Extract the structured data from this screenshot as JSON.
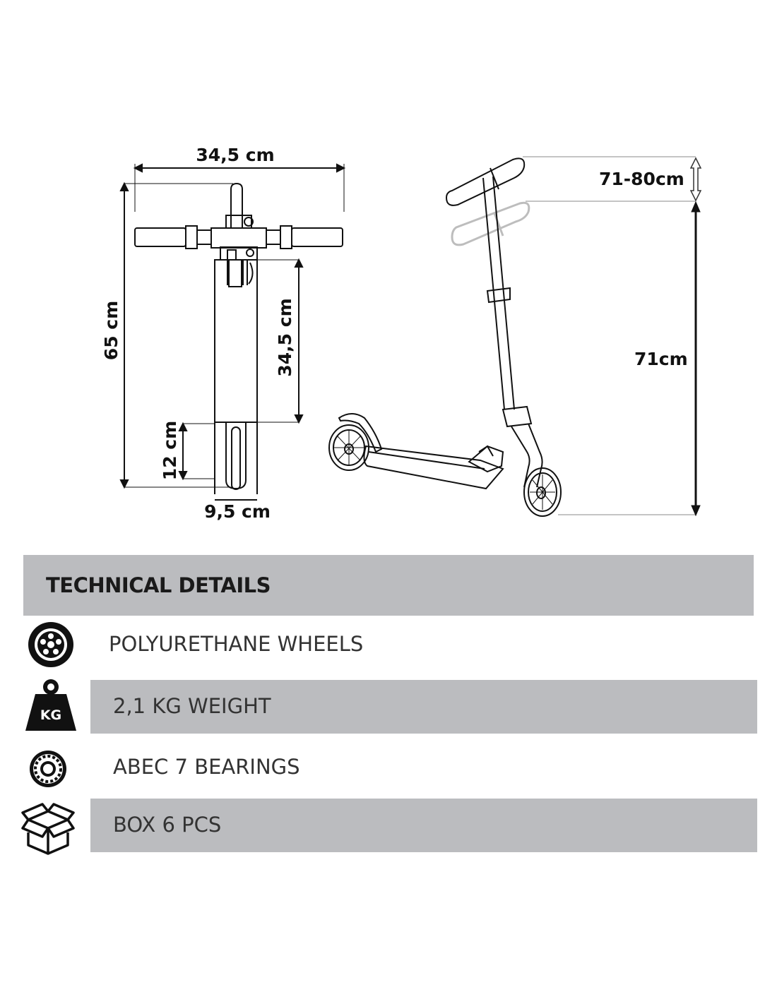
{
  "dimensions": {
    "handlebar_width": "34,5 cm",
    "total_height": "65 cm",
    "deck_length": "34,5 cm",
    "wheel_height": "12 cm",
    "wheel_width": "9,5 cm",
    "adjust_range": "71-80cm",
    "side_height": "71cm"
  },
  "section": {
    "title": "TECHNICAL DETAILS"
  },
  "specs": [
    {
      "label": "POLYURETHANE WHEELS",
      "icon": "wheel-icon",
      "shaded": false
    },
    {
      "label": "2,1 KG WEIGHT",
      "icon": "weight-icon",
      "shaded": true,
      "icon_text": "KG"
    },
    {
      "label": "ABEC 7 BEARINGS",
      "icon": "bearing-icon",
      "shaded": false
    },
    {
      "label": "BOX 6 PCS",
      "icon": "box-icon",
      "shaded": true
    }
  ],
  "colors": {
    "bar_gray": "#bbbcbf",
    "line": "#111111",
    "ghost": "#bdbdbd"
  }
}
